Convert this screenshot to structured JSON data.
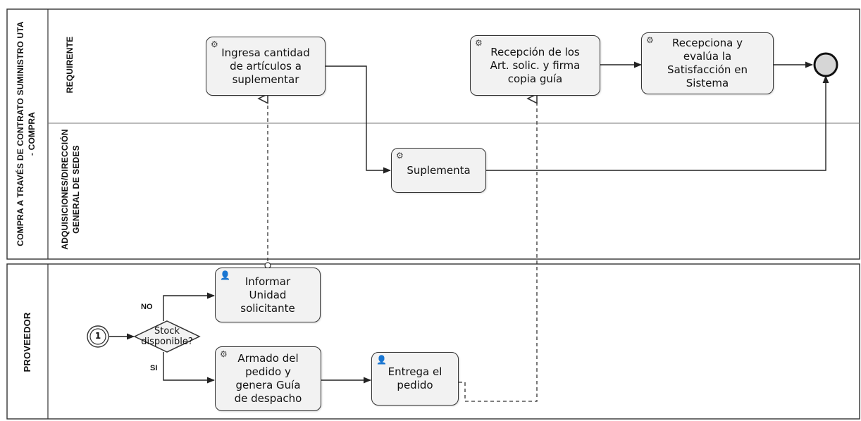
{
  "pool": {
    "title_line1": "COMPRA A TRAVÉS DE CONTRATO SUMINISTRO UTA",
    "title_line2": "- COMPRA"
  },
  "lanes": {
    "requirente": "REQUIRENTE",
    "adquisiciones_line1": "ADQUISICIONES/DIRECCIÓN",
    "adquisiciones_line2": "GENERAL DE SEDES",
    "proveedor": "PROVEEDOR"
  },
  "tasks": {
    "ingresa": [
      "Ingresa cantidad",
      "de artículos a",
      "suplementar"
    ],
    "recepcion": [
      "Recepción de los",
      "Art. solic. y firma",
      "copia guía"
    ],
    "recepciona": [
      "Recepciona y",
      "evalúa la",
      "Satisfacción en",
      "Sistema"
    ],
    "suplementa": [
      "Suplementa"
    ],
    "informar": [
      "Informar",
      "Unidad",
      "solicitante"
    ],
    "armado": [
      "Armado del",
      "pedido y",
      "genera Guía",
      "de despacho"
    ],
    "entrega": [
      "Entrega el",
      "pedido"
    ]
  },
  "gateway": {
    "line1": "Stock",
    "line2": "disponible?"
  },
  "flow_labels": {
    "no": "NO",
    "si": "SI"
  },
  "start_event": {
    "number": "1"
  },
  "icons": {
    "service_task": "gear-icon",
    "user_task": "user-icon"
  },
  "colors": {
    "task_fill": "#f2f2f2",
    "end_event_fill": "#d6d6d6",
    "line": "#333333"
  }
}
